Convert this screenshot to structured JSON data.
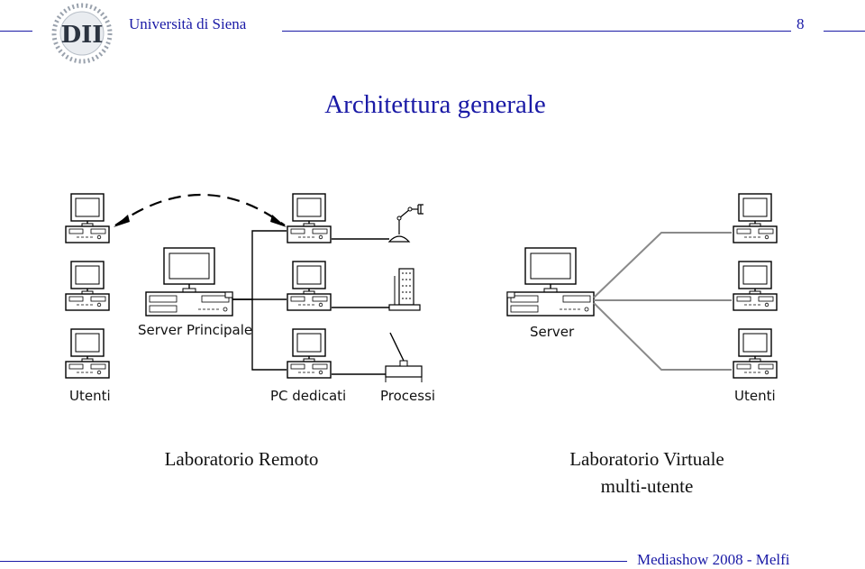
{
  "header": {
    "university": "Università di Siena",
    "page_number": "8",
    "logo_text": "DII"
  },
  "title": "Architettura generale",
  "diagram": {
    "labels": {
      "server_principale": "Server Principale",
      "server": "Server",
      "utenti_left": "Utenti",
      "pc_dedicati": "PC dedicati",
      "processi": "Processi",
      "utenti_right": "Utenti"
    },
    "captions": {
      "lab_remoto": "Laboratorio Remoto",
      "lab_virtuale_line1": "Laboratorio Virtuale",
      "lab_virtuale_line2": "multi-utente"
    }
  },
  "footer": {
    "text": "Mediashow 2008 - Melfi"
  },
  "colors": {
    "accent": "#1a1aa6",
    "line_gray": "#8a8a8a"
  }
}
